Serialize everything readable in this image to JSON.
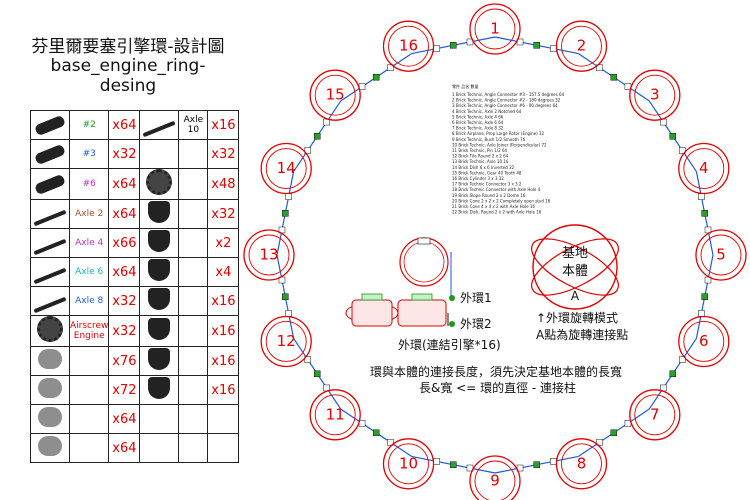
{
  "title_cn": "芬里爾要塞引擎環-設計圖",
  "title_en": "base_engine_ring-desing",
  "parts": [
    {
      "lbl1": "#2",
      "lbl1_color": "#1a9a1a",
      "cnt1": "x64",
      "icon2": "axle-icon",
      "lbl2": "Axle 10",
      "cnt2": "x16"
    },
    {
      "lbl1": "#3",
      "lbl1_color": "#1e5bd8",
      "cnt1": "x32",
      "icon2": "",
      "lbl2": "",
      "cnt2": "x32"
    },
    {
      "lbl1": "#6",
      "lbl1_color": "#c030c0",
      "cnt1": "x64",
      "icon2": "gear-icon",
      "lbl2": "",
      "cnt2": "x48"
    },
    {
      "lbl1": "Axle 2",
      "lbl1_color": "#a0522d",
      "cnt1": "x64",
      "icon2": "cylinder-icon",
      "lbl2": "",
      "cnt2": "x32"
    },
    {
      "lbl1": "Axle 4",
      "lbl1_color": "#c030c0",
      "cnt1": "x66",
      "icon2": "connector-icon",
      "lbl2": "",
      "cnt2": "x2"
    },
    {
      "lbl1": "Axle 6",
      "lbl1_color": "#18b5b5",
      "cnt1": "x64",
      "icon2": "connector-icon",
      "lbl2": "",
      "cnt2": "x4"
    },
    {
      "lbl1": "Axle 8",
      "lbl1_color": "#1e5bd8",
      "cnt1": "x32",
      "icon2": "dome-icon",
      "lbl2": "",
      "cnt2": "x16"
    },
    {
      "lbl1": "Airscrew Engine",
      "lbl1_color": "#e00000",
      "cnt1": "x32",
      "icon2": "cone-icon",
      "lbl2": "",
      "cnt2": "x16"
    },
    {
      "lbl1": "",
      "lbl1_color": "#111",
      "cnt1": "x76",
      "icon2": "cone-icon",
      "lbl2": "",
      "cnt2": "x16"
    },
    {
      "lbl1": "",
      "lbl1_color": "#111",
      "cnt1": "x72",
      "icon2": "cone-icon",
      "lbl2": "",
      "cnt2": "x16"
    },
    {
      "lbl1": "",
      "lbl1_color": "#111",
      "cnt1": "x64",
      "icon2": "",
      "lbl2": "",
      "cnt2": ""
    },
    {
      "lbl1": "",
      "lbl1_color": "#111",
      "cnt1": "x64",
      "icon2": "",
      "lbl2": "",
      "cnt2": ""
    }
  ],
  "ring_numbers": [
    "1",
    "2",
    "3",
    "4",
    "5",
    "6",
    "7",
    "8",
    "9",
    "10",
    "11",
    "12",
    "13",
    "14",
    "15",
    "16"
  ],
  "base_label_1": "基地",
  "base_label_2": "本體",
  "base_point": "A",
  "rotation_note_1": "↑外環旋轉模式",
  "rotation_note_2": "A點為旋轉連接點",
  "outer_ring_1": "外環1",
  "outer_ring_2": "外環2",
  "outer_ring_connect": "外環(連結引擎*16)",
  "length_note_1": "環與本體的連接長度，須先決定基地本體的長寬",
  "length_note_2": "長&寬 <= 環的直徑 - 連接柱",
  "bom_header": [
    "零件",
    "品名",
    "數量"
  ],
  "bom_lines": [
    "1  Brick Technic, Angle Connector #3 - 157.5 degrees  64",
    "2  Brick Technic, Angle Connector #2 - 180 degrees  32",
    "3  Brick Technic, Angle Connector #6 - 90 degrees  64",
    "4  Brick Technic, Axle 2 Notched  64",
    "5  Brick Technic, Axle 4  66",
    "6  Brick Technic, Axle 6  64",
    "7  Brick Technic, Axle 8  32",
    "8  Brick Airplane, Prop Large Rotor (Engine)  32",
    "9  Brick Technic, Bush 1/2 Smooth  76",
    "10 Brick Technic, Axle Joiner (Perpendicular)  72",
    "11 Brick Technic, Pin 1/2  64",
    "12 Brick Tile Round 2 x 2  64",
    "13 Brick Technic, Axle 10  16",
    "14 Brick Dish 6 x 6 Inverted  32",
    "15 Brick Technic, Gear 40 Tooth  48",
    "16 Brick Cylinder 3 x 3  32",
    "17 Brick Technic Connector 3 x 3  2",
    "18 Brick Technic Connector with Axle Hole  4",
    "19 Brick Slope Round 2 x 2 Dome  16",
    "20 Brick Cone 2 x 2 x 2 Completely open stud  16",
    "21 Brick Cone 4 x 4 x 2 with Axle Hole  16",
    "22 Brick Dish, Round 2 x 2 with Axle Hole  16"
  ]
}
